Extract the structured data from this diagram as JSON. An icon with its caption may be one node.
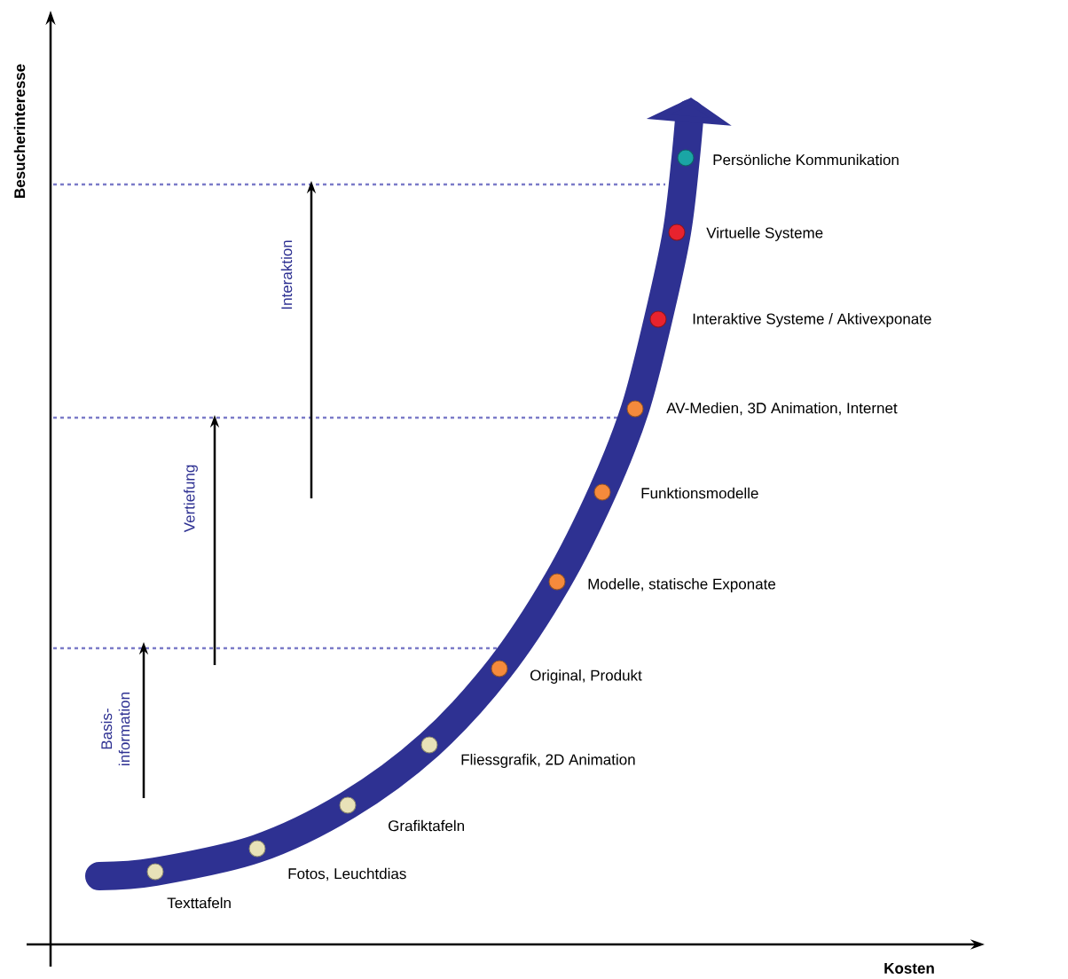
{
  "diagram": {
    "nodes": [
      {
        "text": [],
        "shape": "circle",
        "beside": [
          "Texttafeln"
        ]
      },
      {
        "text": [],
        "shape": "circle",
        "beside": [
          "Fotos, Leuchtdias"
        ]
      },
      {
        "text": [],
        "shape": "circle",
        "beside": [
          "Grafiktafeln"
        ]
      },
      {
        "text": [],
        "shape": "circle",
        "beside": [
          "Fliessgrafik, 2D Animation"
        ]
      },
      {
        "text": [],
        "shape": "circle",
        "beside": [
          "Original, Produkt"
        ]
      },
      {
        "text": [],
        "shape": "circle",
        "beside": [
          "Modelle, statische Exponate"
        ]
      },
      {
        "text": [],
        "shape": "circle",
        "beside": [
          "Funktionsmodelle"
        ]
      },
      {
        "text": [],
        "shape": "circle",
        "beside": [
          "AV-Medien, 3D Animation, Internet"
        ]
      },
      {
        "text": [],
        "shape": "circle",
        "beside": [
          "Interaktive Systeme / Aktivexponate"
        ]
      },
      {
        "text": [],
        "shape": "circle",
        "beside": [
          "Virtuelle Systeme"
        ]
      },
      {
        "text": [],
        "shape": "circle",
        "beside": [
          "Persönliche Kommunikation"
        ]
      }
    ],
    "labels": [
      "Besucherinteresse",
      "Interaktion",
      "Vertiefung",
      "Basis- information",
      "Kosten"
    ]
  }
}
